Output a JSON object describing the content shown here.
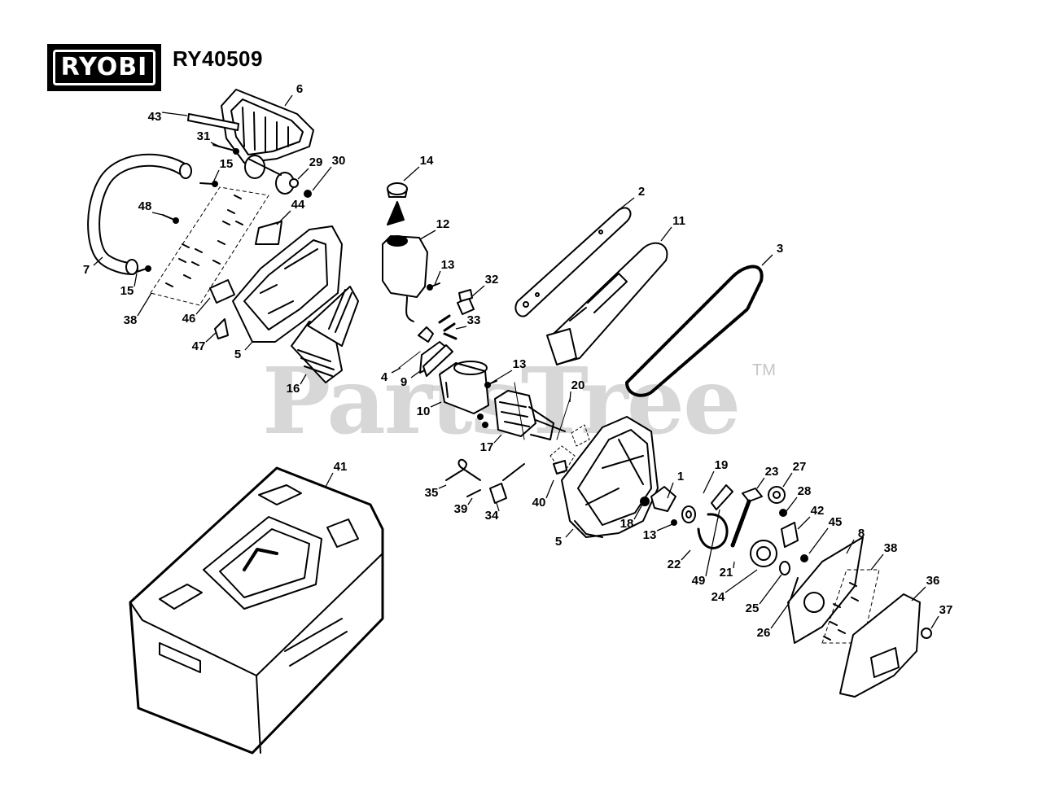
{
  "header": {
    "brand": "RYOBI",
    "model": "RY40509"
  },
  "watermark": {
    "text": "PartsTree",
    "trademark": "TM"
  },
  "callouts": [
    "1",
    "2",
    "3",
    "4",
    "5",
    "5",
    "6",
    "7",
    "8",
    "9",
    "10",
    "11",
    "12",
    "13",
    "13",
    "13",
    "14",
    "15",
    "15",
    "16",
    "17",
    "18",
    "19",
    "20",
    "21",
    "22",
    "23",
    "24",
    "25",
    "26",
    "27",
    "28",
    "29",
    "30",
    "31",
    "32",
    "33",
    "34",
    "35",
    "36",
    "37",
    "38",
    "38",
    "39",
    "40",
    "41",
    "42",
    "43",
    "44",
    "45",
    "46",
    "47",
    "48",
    "49"
  ]
}
